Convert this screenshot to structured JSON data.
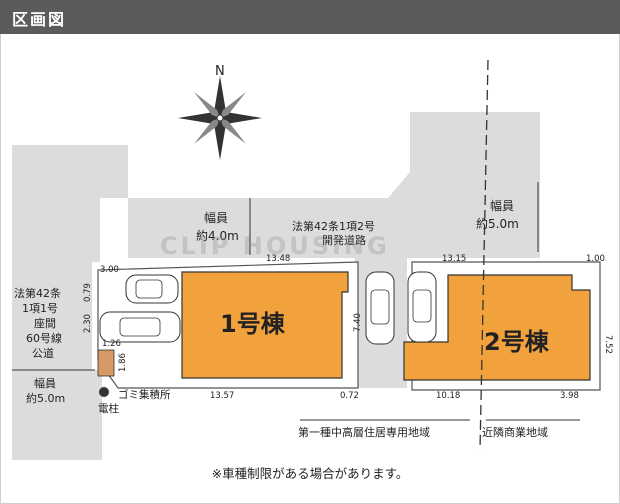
{
  "header": {
    "title": "区画図"
  },
  "compass": {
    "label": "N"
  },
  "watermark": "CLIP HOUSING",
  "roads": {
    "top_width_label": "幅員\n約4.0m",
    "top_right_width_label": "幅員\n約5.0m",
    "dev_road_label": "法第42条1項2号\n開発道路",
    "left_road_label": "法第42条\n1項1号\n座間\n60号線\n公道",
    "left_width_label": "幅員\n約5.0m"
  },
  "buildings": [
    {
      "label": "1号棟"
    },
    {
      "label": "2号棟"
    }
  ],
  "dimensions": {
    "d_13_48": "13.48",
    "d_13_15": "13.15",
    "d_1_00": "1.00",
    "d_3_00": "3.00",
    "d_0_79": "0.79",
    "d_2_30": "2.30",
    "d_1_26": "1.26",
    "d_1_86": "1.86",
    "d_7_40": "7.40",
    "d_7_52": "7.52",
    "d_13_57": "13.57",
    "d_0_72": "0.72",
    "d_10_18": "10.18",
    "d_3_98": "3.98"
  },
  "labels": {
    "gomi": "ゴミ集積所",
    "pole": "電柱",
    "zone_left": "第一種中高層住居専用地域",
    "zone_right": "近隣商業地域"
  },
  "footnote": "※車種制限がある場合があります。",
  "colors": {
    "building": "#f2a23c",
    "road": "#dcdcdc",
    "header": "#5b5b5b",
    "gomi": "#d79a66"
  }
}
